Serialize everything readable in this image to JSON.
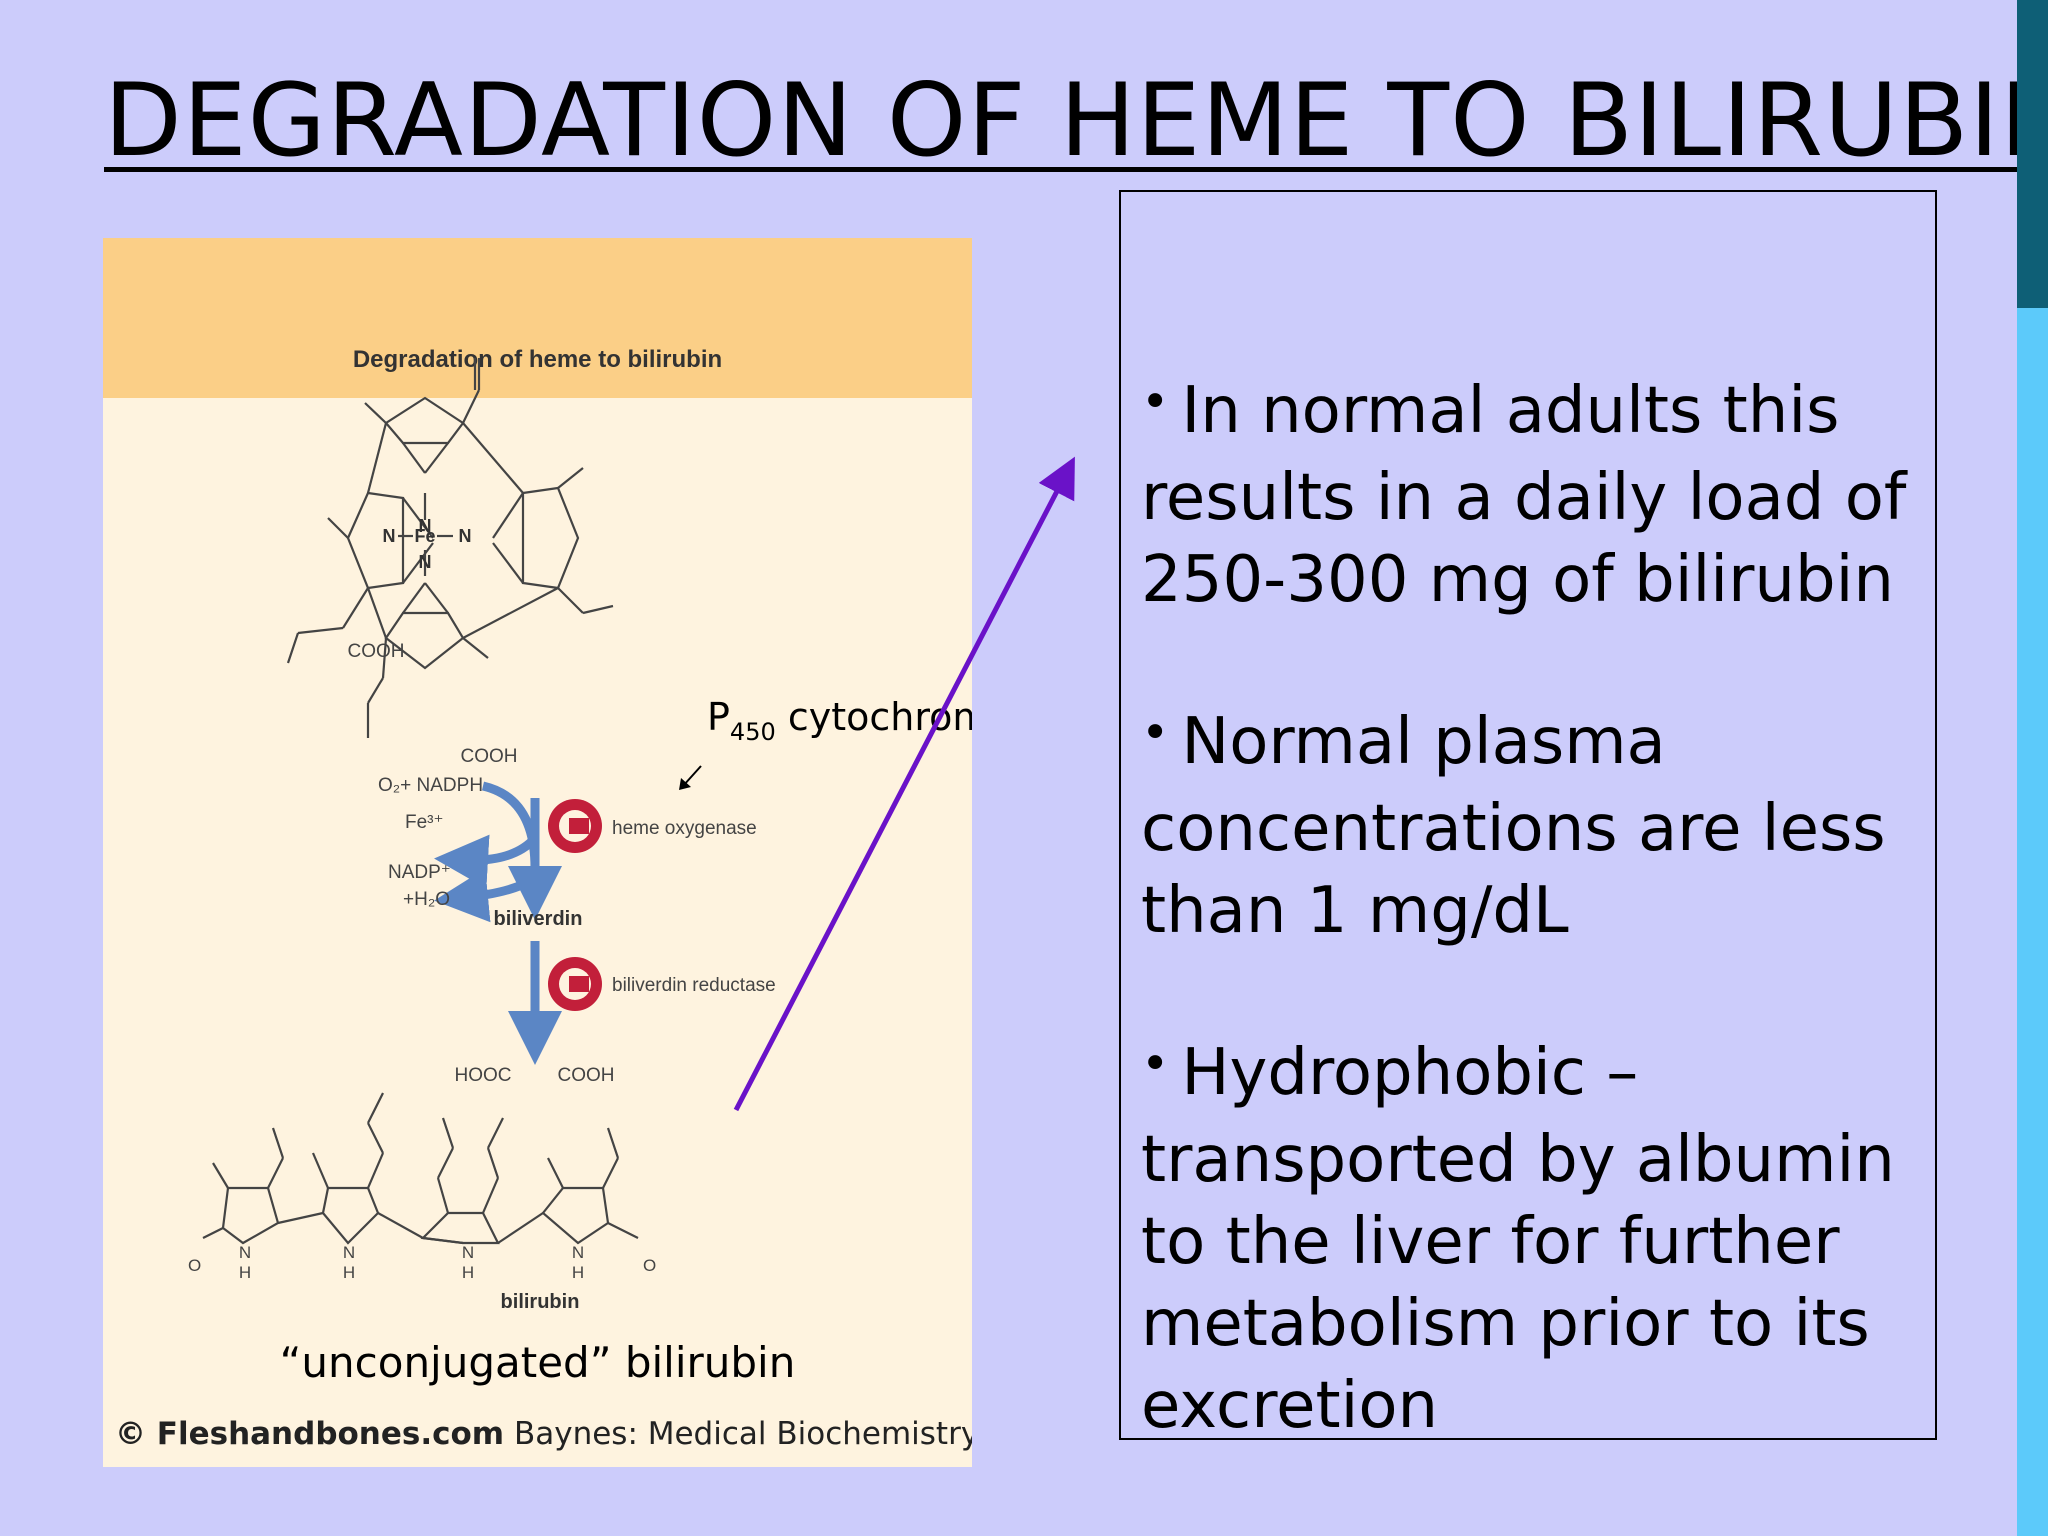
{
  "slide": {
    "title": "DEGRADATION OF HEME TO BILIRUBIN"
  },
  "figure": {
    "header_title": "Degradation of heme to bilirubin",
    "labels": {
      "cooh_left": "COOH",
      "cooh_bottom": "COOH",
      "n": "N",
      "fe": "Fe",
      "o2_nadph": "O₂+ NADPH",
      "fe3": "Fe³⁺",
      "nadp": "NADP⁺",
      "h2o": "+H₂O",
      "enzyme1": "heme oxygenase",
      "intermediate": "biliverdin",
      "enzyme2": "biliverdin reductase",
      "hooc": "HOOC",
      "cooh_right": "COOH",
      "o_left": "O",
      "o_right": "O",
      "nh": "H",
      "product": "bilirubin"
    },
    "p450_main": "P",
    "p450_sub": "450",
    "p450_rest": " cytochrome",
    "caption": "“unconjugated” bilirubin",
    "credit_site": "© Fleshandbones.com",
    "credit_book": " Baynes: Medical Biochemistry"
  },
  "bullets": [
    {
      "text": "In normal adults this results in a daily load of 250-300 mg of bilirubin"
    },
    {
      "text": "Normal plasma concentrations are less than 1 mg/dL"
    },
    {
      "text": "Hydrophobic – transported by albumin to the liver for further metabolism prior to its excretion"
    }
  ],
  "colors": {
    "background": "#ccccfb",
    "figure_bg": "#fef3df",
    "figure_header": "#fbcf87",
    "reaction_arrow": "#5b86c5",
    "enzyme_icon": "#c21f3a",
    "pointer_arrow": "#6a12c8",
    "edge_dark": "#0e5f76",
    "edge_light": "#5ccafa"
  }
}
